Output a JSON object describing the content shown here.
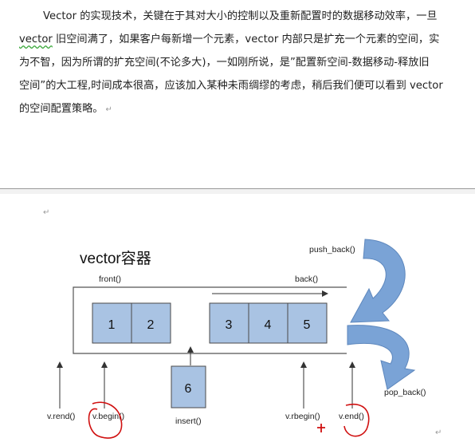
{
  "paragraph": {
    "lines": [
      "Vector 的实现技术，关键在于其对大小的控制以及重新配置时的数据移动效率，一旦",
      "旧空间满了，如果客户每新增一个元素，vector 内部只是扩充一个元素的空间，实",
      "为不智，因为所谓的扩充空间(不论多大)，一如刚所说，是”配置新空间-数据移动-释放旧",
      "空间”的大工程,时间成本很高，应该加入某种未雨绸缪的考虑，稍后我们便可以看到 vector",
      "的空间配置策略。"
    ],
    "line2_prefix": "vector",
    "return_mark": "↵"
  },
  "diagram": {
    "title": "vector容器",
    "front_label": "front()",
    "back_label": "back()",
    "push_back_label": "push_back()",
    "pop_back_label": "pop_back()",
    "insert_label": "insert()",
    "left_cells": [
      "1",
      "2"
    ],
    "right_cells": [
      "3",
      "4",
      "5"
    ],
    "insert_cell": "6",
    "rend_label": "v.rend()",
    "begin_label": "v.begin()",
    "rbegin_label": "v.rbegin()",
    "end_label": "v.end()",
    "colors": {
      "cell_fill": "#a9c3e3",
      "arrow_fill": "#7aa3d6",
      "annotation_red": "#d01010"
    }
  }
}
